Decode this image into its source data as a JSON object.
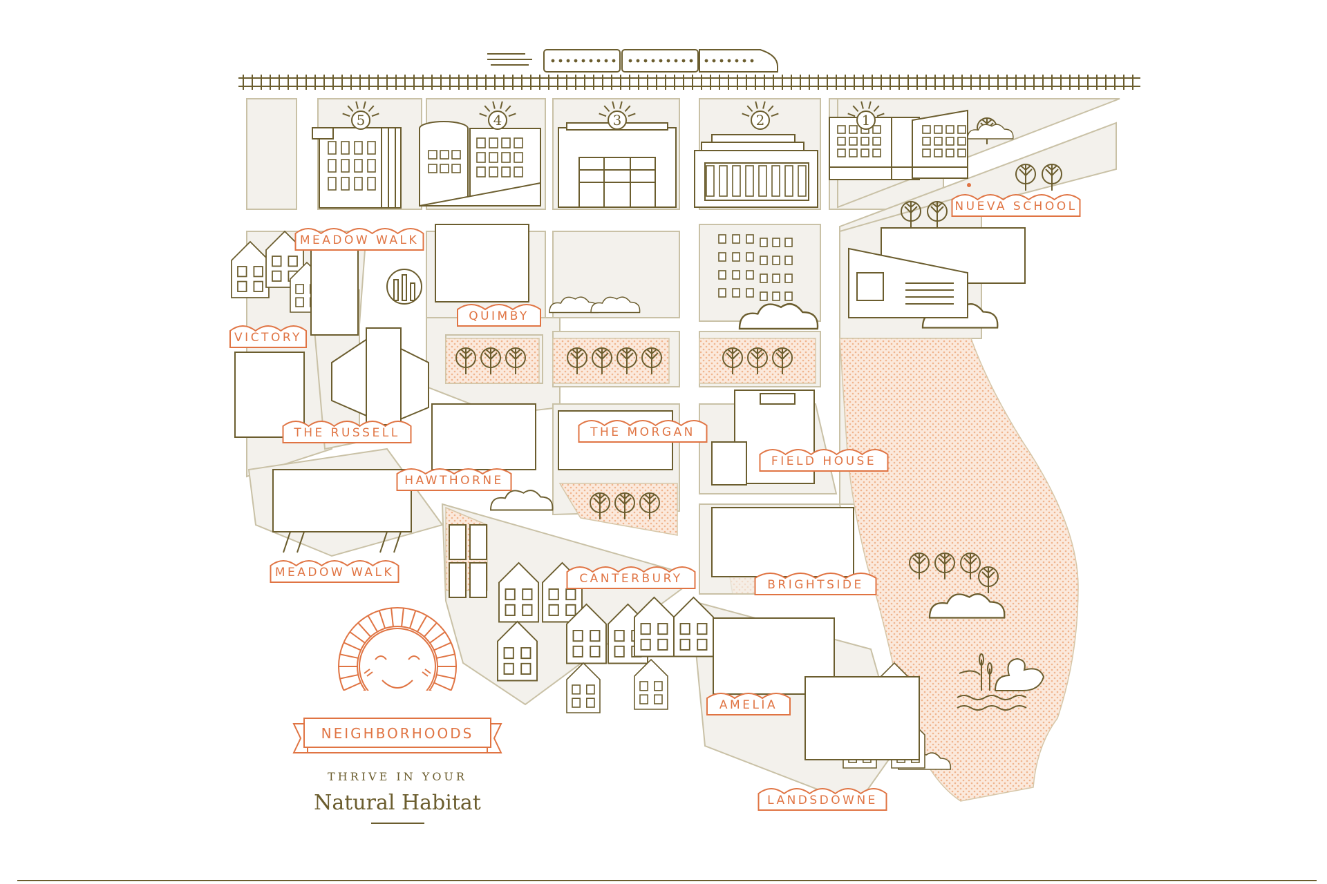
{
  "colors": {
    "ink": "#6b5d2e",
    "accent": "#e07443",
    "block": "#f3f1ec",
    "block_stroke": "#c9c1a6",
    "park_fill": "#fbe4d4",
    "park_dot": "#f2b894",
    "background": "#ffffff"
  },
  "map": {
    "railway": {
      "icon": "train-icon"
    },
    "numbered_buildings": [
      "5",
      "4",
      "3",
      "2",
      "1"
    ],
    "neighborhoods": {
      "meadow_walk_north": "MEADOW WALK",
      "victory": "VICTORY",
      "quimby": "QUIMBY",
      "nueva_school": "NUEVA SCHOOL",
      "the_russell": "THE RUSSELL",
      "hawthorne": "HAWTHORNE",
      "the_morgan": "THE MORGAN",
      "field_house": "FIELD HOUSE",
      "meadow_walk_south": "MEADOW WALK",
      "canterbury": "CANTERBURY",
      "brightside": "BRIGHTSIDE",
      "amelia": "AMELIA",
      "landsdowne": "LANDSDOWNE"
    }
  },
  "branding": {
    "banner": "NEIGHBORHOODS",
    "tagline": "THRIVE IN YOUR",
    "subtitle": "Natural Habitat",
    "logo": "smiling-sun-icon"
  }
}
